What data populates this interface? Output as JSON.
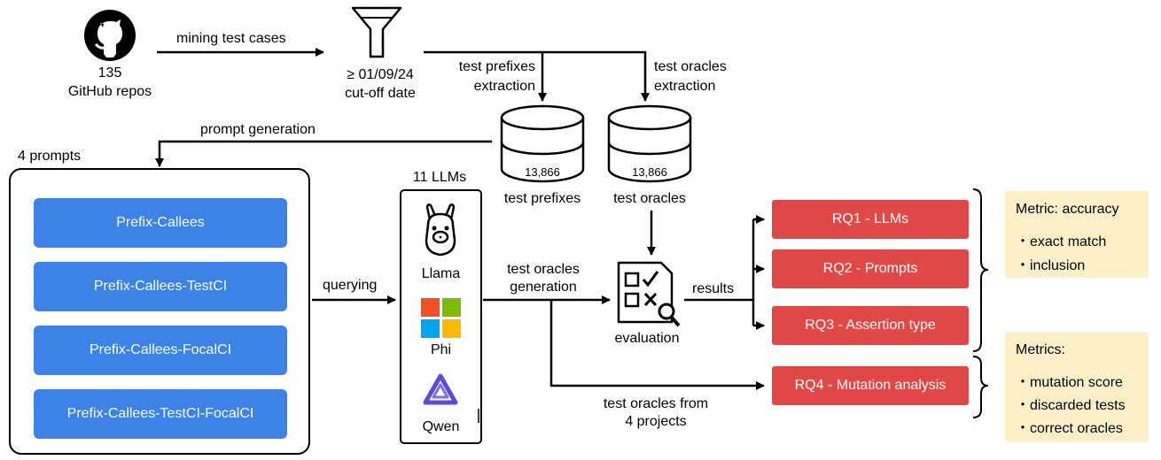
{
  "github": {
    "count": "135",
    "label": "GitHub repos"
  },
  "mining_label": "mining test cases",
  "cutoff": {
    "line1": "≥ 01/09/24",
    "line2": "cut-off date"
  },
  "extraction": {
    "prefixes": {
      "line1": "test prefixes",
      "line2": "extraction"
    },
    "oracles": {
      "line1": "test oracles",
      "line2": "extraction"
    }
  },
  "databases": [
    {
      "count": "13,866",
      "label": "test prefixes"
    },
    {
      "count": "13,866",
      "label": "test oracles"
    }
  ],
  "prompt_generation_label": "prompt generation",
  "prompts_title": "4 prompts",
  "prompts": [
    "Prefix-Callees",
    "Prefix-Callees-TestCI",
    "Prefix-Callees-FocalCI",
    "Prefix-Callees-TestCI-FocalCI"
  ],
  "querying_label": "querying",
  "llms_title": "11 LLMs",
  "llms": [
    {
      "name": "Llama",
      "icon": "llama-icon"
    },
    {
      "name": "Phi",
      "icon": "microsoft-icon"
    },
    {
      "name": "Qwen",
      "icon": "qwen-icon"
    }
  ],
  "generation_label": {
    "line1": "test oracles",
    "line2": "generation"
  },
  "evaluation_label": "evaluation",
  "results_label": "results",
  "from_projects": {
    "line1": "test oracles from",
    "line2": "4 projects"
  },
  "rqs": [
    "RQ1 - LLMs",
    "RQ2 - Prompts",
    "RQ3 - Assertion type",
    "RQ4 - Mutation analysis"
  ],
  "metrics_accuracy": {
    "title": "Metric: accuracy",
    "items": [
      "・exact match",
      "・inclusion"
    ]
  },
  "metrics_mutation": {
    "title": "Metrics:",
    "items": [
      "・mutation score",
      "・discarded tests",
      "・correct oracles"
    ]
  },
  "colors": {
    "prompt_blue": "#3d82e6",
    "rq_red": "#e04848",
    "metric_bg": "#fdf0c8"
  }
}
